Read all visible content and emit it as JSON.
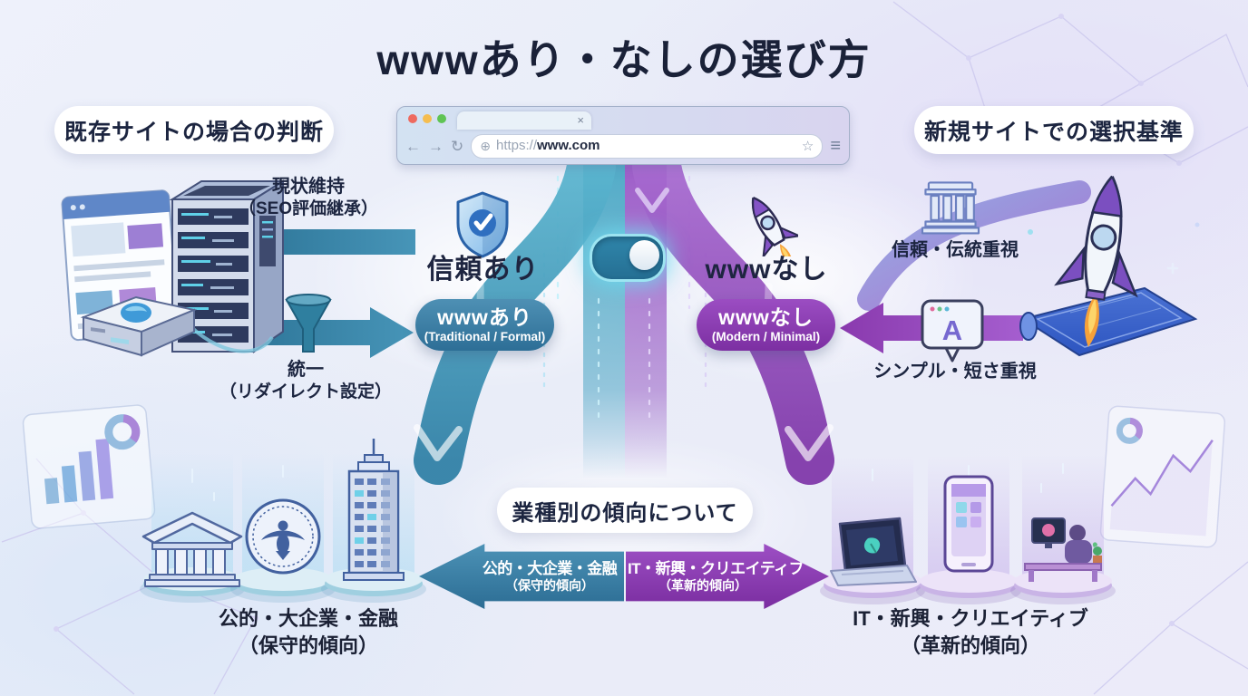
{
  "title": "wwwあり・なしの選び方",
  "badges": {
    "existing_site": "既存サイトの場合の判断",
    "new_site": "新規サイトでの選択基準",
    "industry": "業種別の傾向について"
  },
  "browser": {
    "tab_close": "×",
    "back": "←",
    "forward": "→",
    "reload": "↻",
    "globe": "⊕",
    "url_scheme": "https://",
    "url_host": "www.com",
    "star": "☆",
    "menu": "≡"
  },
  "center": {
    "trust_label": "信頼あり",
    "no_www_label": "wwwなし",
    "www_pill_title": "wwwあり",
    "www_pill_subtitle": "(Traditional / Formal)",
    "no_www_pill_title": "wwwなし",
    "no_www_pill_subtitle": "(Modern / Minimal)"
  },
  "existing_site": {
    "keep_title": "現状維持",
    "keep_subtitle": "（SEO評価継承）",
    "unify_title": "統一",
    "unify_subtitle": "（リダイレクト設定）"
  },
  "new_site": {
    "trust_tradition": "信頼・伝統重視",
    "simple_short": "シンプル・短さ重視"
  },
  "industry": {
    "conservative_arrow_line1": "公的・大企業・金融",
    "conservative_arrow_line2": "（保守的傾向）",
    "innovative_arrow_line1": "IT・新興・クリエイティブ",
    "innovative_arrow_line2": "（革新的傾向）",
    "conservative_caption_line1": "公的・大企業・金融",
    "conservative_caption_line2": "（保守的傾向）",
    "innovative_caption_line1": "IT・新興・クリエイティブ",
    "innovative_caption_line2": "（革新的傾向）"
  },
  "icons": {
    "a_window_letter": "A"
  },
  "colors": {
    "teal": "#2e7fa5",
    "purple": "#8a3fae",
    "navy_text": "#1c2540",
    "cyan_glow": "#7fdcee",
    "flame_orange": "#f6a13a"
  }
}
